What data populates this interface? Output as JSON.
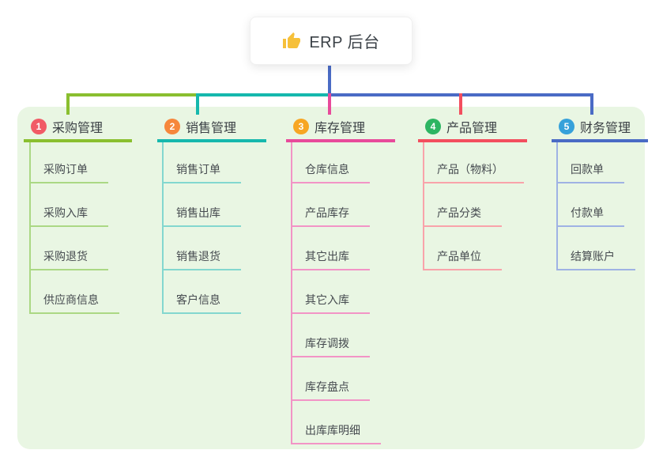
{
  "root": {
    "label": "ERP 后台",
    "icon": "thumbs-up-icon"
  },
  "colors": {
    "panel_bg": "#e9f6e3",
    "root_connector": "#4a6bc5",
    "card_bg": "#ffffff",
    "title_text": "#3b4045",
    "child_text": "#464b50",
    "icon_yellow": "#f6c03a"
  },
  "branches": [
    {
      "badge": "1",
      "label": "采购管理",
      "badge_color": "#f15b66",
      "line_color": "#8abf2f",
      "child_line_color": "#abd884",
      "children": [
        "采购订单",
        "采购入库",
        "采购退货",
        "供应商信息"
      ]
    },
    {
      "badge": "2",
      "label": "销售管理",
      "badge_color": "#f6873c",
      "line_color": "#16b8ad",
      "child_line_color": "#83d7cf",
      "children": [
        "销售订单",
        "销售出库",
        "销售退货",
        "客户信息"
      ]
    },
    {
      "badge": "3",
      "label": "库存管理",
      "badge_color": "#f7a623",
      "line_color": "#e84a9b",
      "child_line_color": "#f294c6",
      "children": [
        "仓库信息",
        "产品库存",
        "其它出库",
        "其它入库",
        "库存调拨",
        "库存盘点",
        "出库库明细"
      ]
    },
    {
      "badge": "4",
      "label": "产品管理",
      "badge_color": "#2db562",
      "line_color": "#f34e5e",
      "child_line_color": "#f9a3aa",
      "children": [
        "产品（物料）",
        "产品分类",
        "产品单位"
      ]
    },
    {
      "badge": "5",
      "label": "财务管理",
      "badge_color": "#36a1da",
      "line_color": "#4a6bc5",
      "child_line_color": "#9fb2e4",
      "children": [
        "回款单",
        "付款单",
        "结算账户"
      ]
    }
  ]
}
